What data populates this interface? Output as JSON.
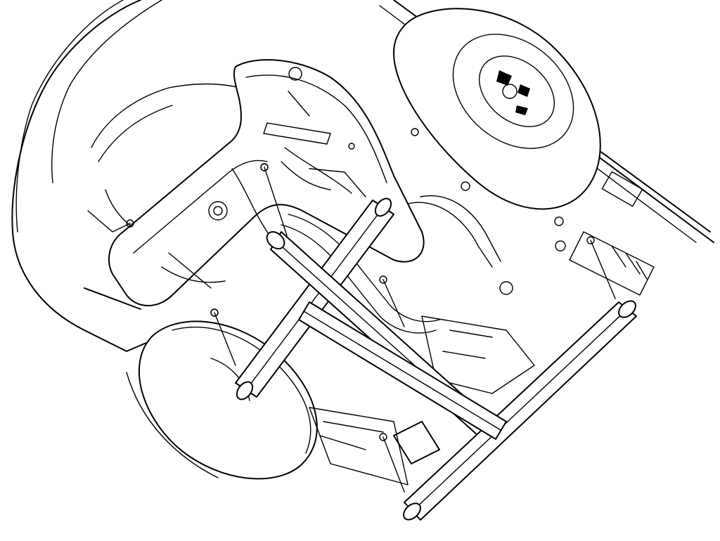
{
  "figure": {
    "subject": "",
    "colors": {
      "line": "#000000",
      "background": "#ffffff"
    },
    "parts": [
      "vehicle-body-underside",
      "spare-tire",
      "front-tire",
      "subframe",
      "lift-adapter-bars",
      "exhaust-pipe",
      "fuel-tank-straps"
    ]
  }
}
